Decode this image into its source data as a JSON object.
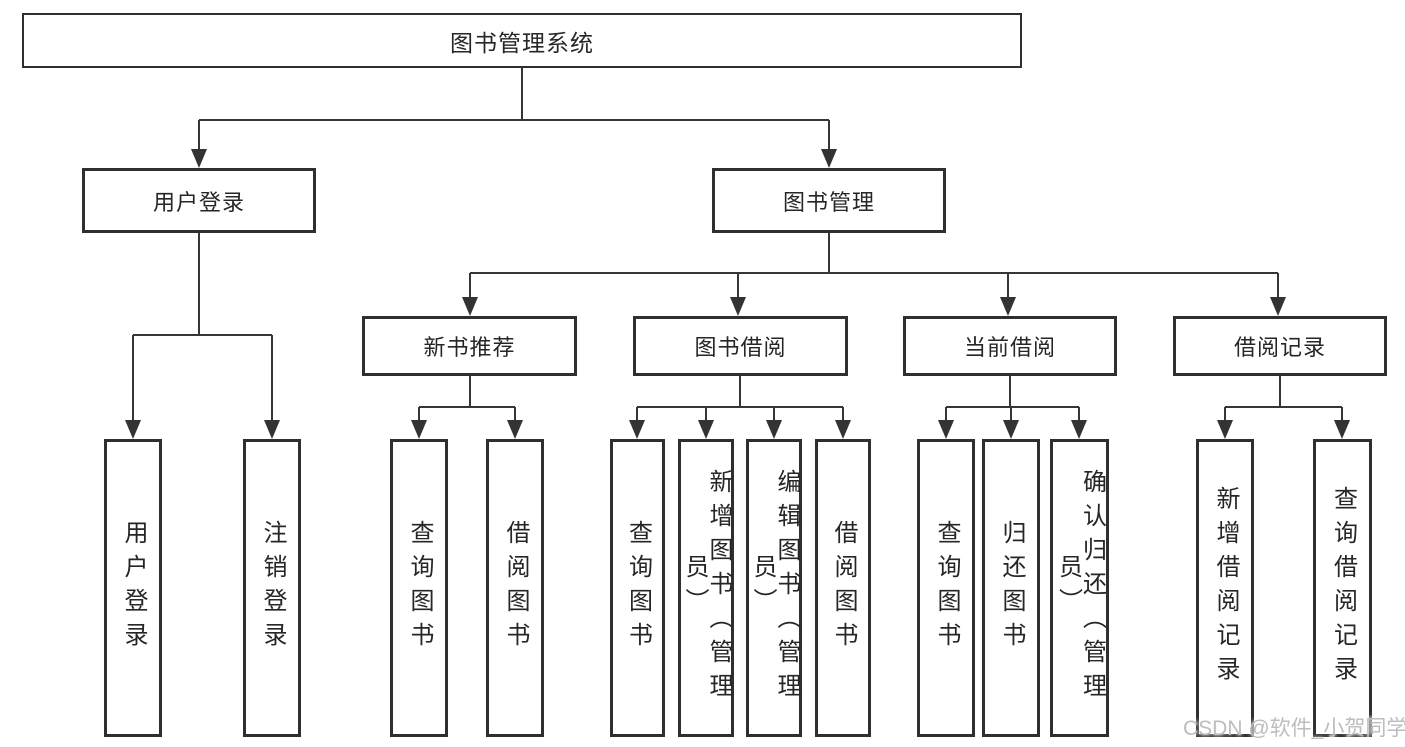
{
  "nodes": {
    "root": "图书管理系统",
    "user_login_group": "用户登录",
    "book_management": "图书管理",
    "new_book_recommend": "新书推荐",
    "book_borrowing": "图书借阅",
    "current_borrowing": "当前借阅",
    "borrowing_records": "借阅记录",
    "user_login": "用户登录",
    "logout": "注销登录",
    "query_books_recommend": "查询图书",
    "borrow_books_recommend": "借阅图书",
    "query_books_borrowing": "查询图书",
    "add_book_admin": "新增图书（管理员）",
    "edit_book_admin": "编辑图书（管理员）",
    "borrow_books_borrowing": "借阅图书",
    "query_books_current": "查询图书",
    "return_books": "归还图书",
    "confirm_return_admin": "确认归还（管理员）",
    "add_borrow_record": "新增借阅记录",
    "query_borrow_record": "查询借阅记录"
  },
  "watermark": "CSDN @软件_小贺同学",
  "colors": {
    "line": "#363636",
    "box_border": "#2f2f2f",
    "text": "#262626",
    "watermark": "#bdbdbd",
    "background": "#ffffff"
  }
}
